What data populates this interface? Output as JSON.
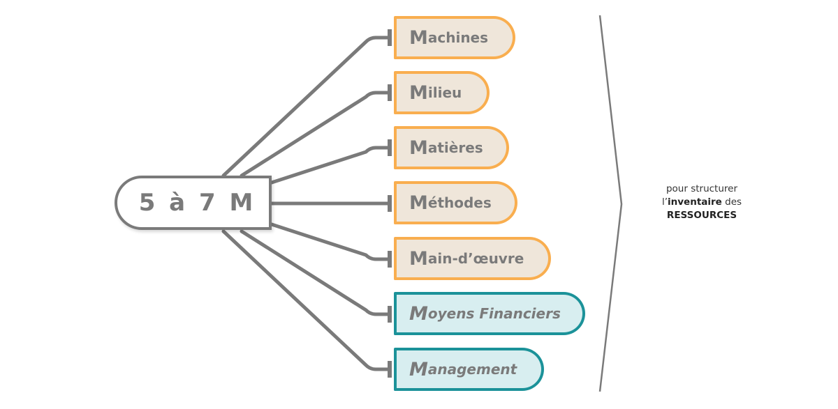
{
  "diagram": {
    "root": {
      "label": "5 à 7 M"
    },
    "branches": [
      {
        "initial": "M",
        "rest": "achines",
        "label": "Machines",
        "style": "orange"
      },
      {
        "initial": "M",
        "rest": "ilieu",
        "label": "Milieu",
        "style": "orange"
      },
      {
        "initial": "M",
        "rest": "atières",
        "label": "Matières",
        "style": "orange"
      },
      {
        "initial": "M",
        "rest": "éthodes",
        "label": "Méthodes",
        "style": "orange"
      },
      {
        "initial": "M",
        "rest": "ain-d’œuvre",
        "label": "Main-d’œuvre",
        "style": "orange"
      },
      {
        "initial": "M",
        "rest": "oyens Financiers",
        "label": "Moyens Financiers",
        "style": "teal"
      },
      {
        "initial": "M",
        "rest": "anagement",
        "label": "Management",
        "style": "teal"
      }
    ],
    "note": {
      "line1": "pour structurer",
      "line2_prefix": "l’",
      "line2_bold": "inventaire",
      "line2_suffix": " des",
      "line3_bold": "RESSOURCES"
    },
    "colors": {
      "connector": "#7a7a7a",
      "orange_border": "#f9ae4f",
      "orange_fill": "#efe6da",
      "teal_border": "#1b9299",
      "teal_fill": "#d8eef0",
      "text": "#7a7a7a"
    }
  }
}
